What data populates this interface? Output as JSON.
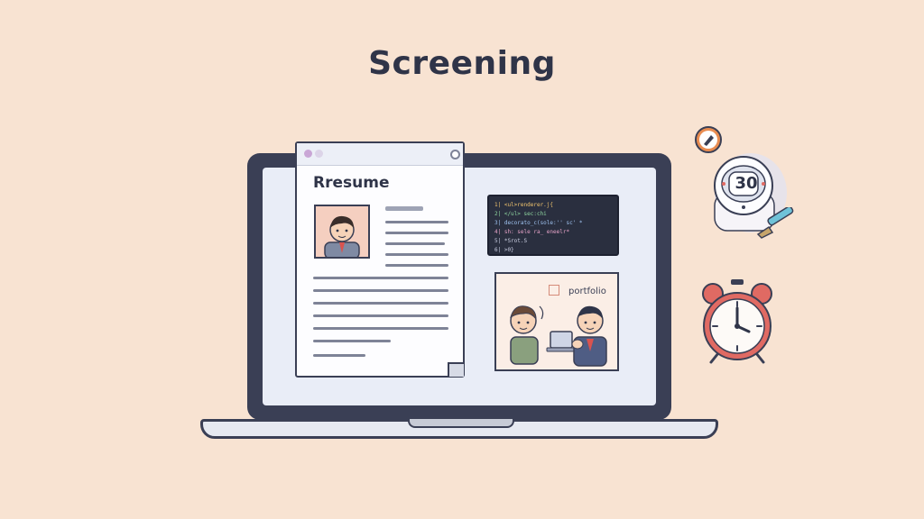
{
  "header": {
    "title": "Screening"
  },
  "resume": {
    "title": "Rresume"
  },
  "code_panel": {
    "lines": [
      "1| <ul>renderer.j{",
      "2| </ul> sec:chi",
      "3| decorato_c(sole:'' sc'   *",
      "4| sh: sele ra_ eneelr*",
      "5| *Srot.S",
      "6| >0}"
    ]
  },
  "portfolio": {
    "label": "portfolio"
  },
  "robot_timer": {
    "count": "30"
  },
  "colors": {
    "background": "#f8e3d2",
    "laptop_frame": "#3a3f55",
    "screen": "#e9edf7",
    "accent_red": "#e06a63"
  },
  "icons": [
    "pencil-icon",
    "robot-timer-icon",
    "alarm-clock-icon",
    "resume-photo-icon",
    "people-icon"
  ]
}
